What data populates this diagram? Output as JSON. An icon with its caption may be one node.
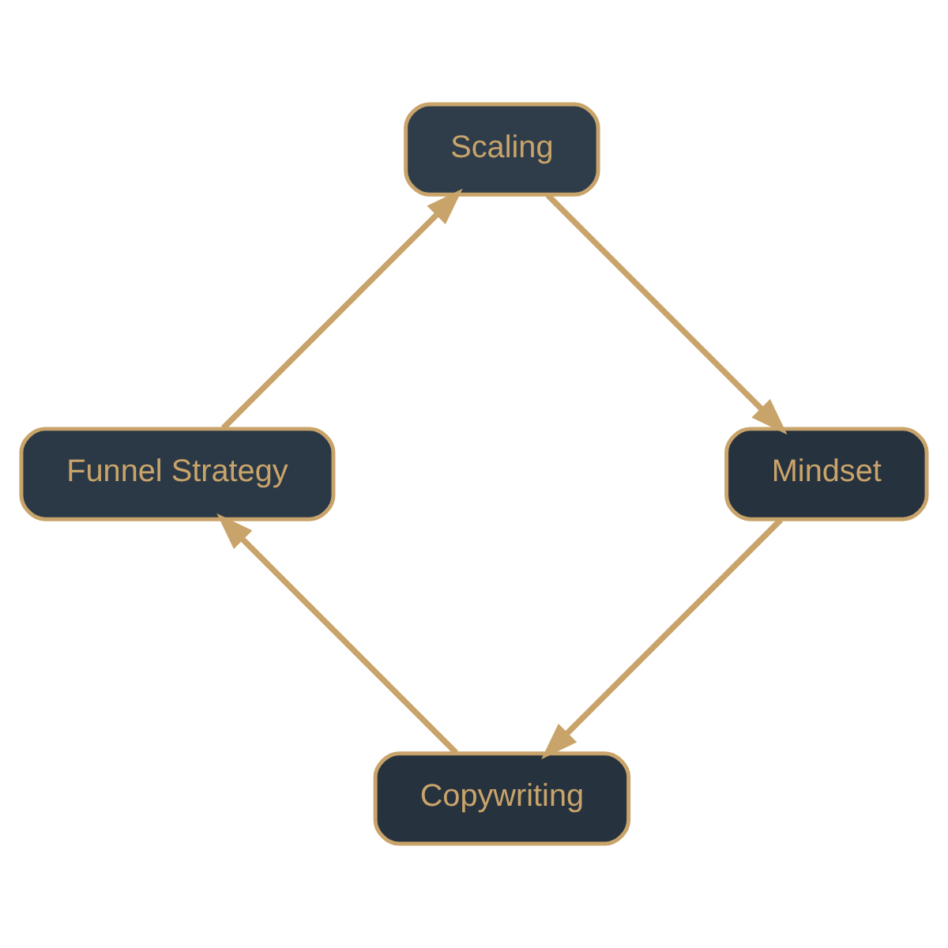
{
  "diagram": {
    "nodes": [
      {
        "text": [
          "Copywriting"
        ]
      },
      {
        "text": [
          "Funnel Strategy"
        ]
      },
      {
        "text": [
          "Scaling"
        ]
      },
      {
        "text": [
          "Mindset"
        ]
      }
    ],
    "edges": [
      {
        "from": 0,
        "to": 1,
        "arrow": "to"
      },
      {
        "from": 1,
        "to": 2,
        "arrow": "to"
      },
      {
        "from": 2,
        "to": 3,
        "arrow": "to"
      },
      {
        "from": 3,
        "to": 0,
        "arrow": "to"
      }
    ]
  }
}
